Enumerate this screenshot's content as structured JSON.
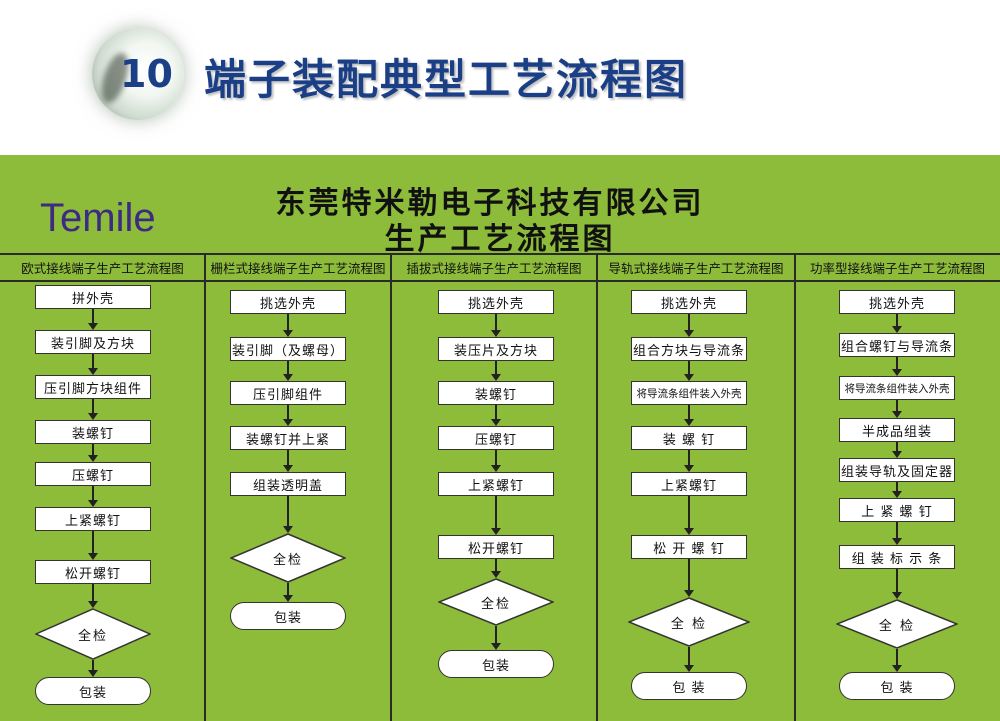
{
  "header": {
    "slide_number": "10",
    "title": "端子装配典型工艺流程图"
  },
  "brand": "Temile",
  "company": {
    "name": "东莞特米勒电子科技有限公司",
    "subtitle": "生产工艺流程图"
  },
  "columns": [
    {
      "title": "欧式接线端子生产工艺流程图",
      "steps": [
        "拼外壳",
        "装引脚及方块",
        "压引脚方块组件",
        "装螺钉",
        "压螺钉",
        "上紧螺钉",
        "松开螺钉"
      ],
      "check": "全检",
      "end": "包装"
    },
    {
      "title": "栅栏式接线端子生产工艺流程图",
      "steps": [
        "挑选外壳",
        "装引脚（及螺母）",
        "压引脚组件",
        "装螺钉并上紧",
        "组装透明盖"
      ],
      "check": "全检",
      "end": "包装"
    },
    {
      "title": "插拔式接线端子生产工艺流程图",
      "steps": [
        "挑选外壳",
        "装压片及方块",
        "装螺钉",
        "压螺钉",
        "上紧螺钉",
        "松开螺钉"
      ],
      "check": "全检",
      "end": "包装"
    },
    {
      "title": "导轨式接线端子生产工艺流程图",
      "steps": [
        "挑选外壳",
        "组合方块与导流条",
        "将导流条组件装入外壳",
        "装 螺 钉",
        "上紧螺钉",
        "松 开 螺 钉"
      ],
      "check": "全 检",
      "end": "包 装"
    },
    {
      "title": "功率型接线端子生产工艺流程图",
      "steps": [
        "挑选外壳",
        "组合螺钉与导流条",
        "将导流条组件装入外壳",
        "半成品组装",
        "组装导轨及固定器",
        "上 紧 螺 钉",
        "组 装 标 示 条"
      ],
      "check": "全 检",
      "end": "包 装"
    }
  ]
}
